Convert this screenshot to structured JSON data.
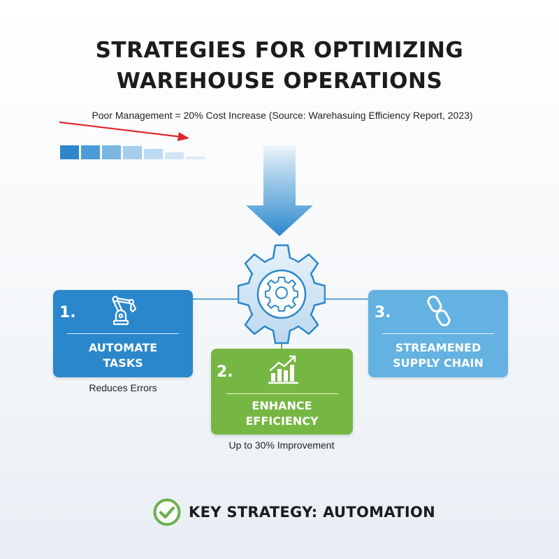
{
  "header": {
    "title_line1": "STRATEGIES FOR OPTIMIZING",
    "title_line2": "WAREHOUSE OPERATIONS",
    "stat_text": "Poor Management = 20% Cost Increase (Source: Warehasuing Efficiency Report, 2023)"
  },
  "icons": {
    "trend": "red-trend-arrow-icon",
    "down_arrow": "down-arrow-icon",
    "center": "gear-icon",
    "strategy_1": "robot-arm-icon",
    "strategy_2": "bar-chart-growth-icon",
    "strategy_3": "chain-link-icon",
    "key": "check-circle-icon"
  },
  "strategies": [
    {
      "number": "1.",
      "line1": "AUTOMATE",
      "line2": "TASKS",
      "caption": "Reduces Errors",
      "color": "#2a87cc"
    },
    {
      "number": "2.",
      "line1": "ENHANCE",
      "line2": "EFFICIENCY",
      "caption": "Up to 30% Improvement",
      "color": "#76b743"
    },
    {
      "number": "3.",
      "line1": "STREAMENED",
      "line2": "SUPPLY CHAIN",
      "caption": "",
      "color": "#63b2e1"
    }
  ],
  "key_strategy": {
    "text": "KEY STRATEGY: AUTOMATION",
    "color": "#6ab04c"
  },
  "colors": {
    "trend_arrow": "#e0262a",
    "bars": [
      "#2f86cc",
      "#4b9bd7",
      "#79b6e2",
      "#a5cdec",
      "#bcdaf1",
      "#cfe4f5",
      "#ddebf8"
    ]
  }
}
